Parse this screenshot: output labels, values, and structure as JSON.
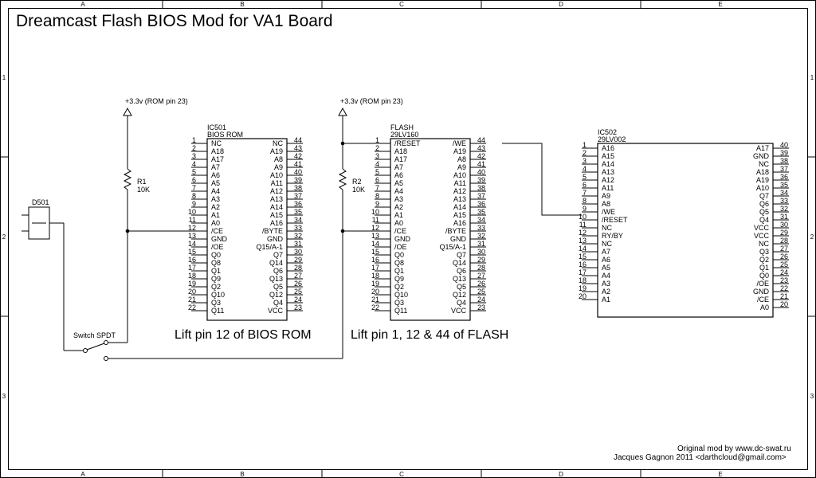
{
  "title": "Dreamcast Flash BIOS Mod for VA1 Board",
  "frame": {
    "cols": [
      "A",
      "B",
      "C",
      "D",
      "E"
    ],
    "rows": [
      "1",
      "2",
      "3"
    ]
  },
  "power": [
    {
      "label": "+3.3v (ROM pin 23)"
    },
    {
      "label": "+3.3v (ROM pin 23)"
    }
  ],
  "resistors": [
    {
      "ref": "R1",
      "value": "10K"
    },
    {
      "ref": "R2",
      "value": "10K"
    }
  ],
  "diode": {
    "ref": "D501"
  },
  "switch": {
    "label": "Switch SPDT"
  },
  "chips": [
    {
      "id": "ic501",
      "ref": "IC501",
      "part": "BIOS ROM",
      "left": [
        {
          "num": "1",
          "name": "NC"
        },
        {
          "num": "2",
          "name": "A18"
        },
        {
          "num": "3",
          "name": "A17"
        },
        {
          "num": "4",
          "name": "A7"
        },
        {
          "num": "5",
          "name": "A6"
        },
        {
          "num": "6",
          "name": "A5"
        },
        {
          "num": "7",
          "name": "A4"
        },
        {
          "num": "8",
          "name": "A3"
        },
        {
          "num": "9",
          "name": "A2"
        },
        {
          "num": "10",
          "name": "A1"
        },
        {
          "num": "11",
          "name": "A0"
        },
        {
          "num": "12",
          "name": "/CE"
        },
        {
          "num": "13",
          "name": "GND"
        },
        {
          "num": "14",
          "name": "/OE"
        },
        {
          "num": "15",
          "name": "Q0"
        },
        {
          "num": "16",
          "name": "Q8"
        },
        {
          "num": "17",
          "name": "Q1"
        },
        {
          "num": "18",
          "name": "Q9"
        },
        {
          "num": "19",
          "name": "Q2"
        },
        {
          "num": "20",
          "name": "Q10"
        },
        {
          "num": "21",
          "name": "Q3"
        },
        {
          "num": "22",
          "name": "Q11"
        }
      ],
      "right": [
        {
          "num": "44",
          "name": "NC"
        },
        {
          "num": "43",
          "name": "A19"
        },
        {
          "num": "42",
          "name": "A8"
        },
        {
          "num": "41",
          "name": "A9"
        },
        {
          "num": "40",
          "name": "A10"
        },
        {
          "num": "39",
          "name": "A11"
        },
        {
          "num": "38",
          "name": "A12"
        },
        {
          "num": "37",
          "name": "A13"
        },
        {
          "num": "36",
          "name": "A14"
        },
        {
          "num": "35",
          "name": "A15"
        },
        {
          "num": "34",
          "name": "A16"
        },
        {
          "num": "33",
          "name": "/BYTE"
        },
        {
          "num": "32",
          "name": "GND"
        },
        {
          "num": "31",
          "name": "Q15/A-1"
        },
        {
          "num": "30",
          "name": "Q7"
        },
        {
          "num": "29",
          "name": "Q14"
        },
        {
          "num": "28",
          "name": "Q6"
        },
        {
          "num": "27",
          "name": "Q13"
        },
        {
          "num": "26",
          "name": "Q5"
        },
        {
          "num": "25",
          "name": "Q12"
        },
        {
          "num": "24",
          "name": "Q4"
        },
        {
          "num": "23",
          "name": "VCC"
        }
      ]
    },
    {
      "id": "flash",
      "ref": "FLASH",
      "part": "29LV160",
      "left": [
        {
          "num": "1",
          "name": "/RESET"
        },
        {
          "num": "2",
          "name": "A18"
        },
        {
          "num": "3",
          "name": "A17"
        },
        {
          "num": "4",
          "name": "A7"
        },
        {
          "num": "5",
          "name": "A6"
        },
        {
          "num": "6",
          "name": "A5"
        },
        {
          "num": "7",
          "name": "A4"
        },
        {
          "num": "8",
          "name": "A3"
        },
        {
          "num": "9",
          "name": "A2"
        },
        {
          "num": "10",
          "name": "A1"
        },
        {
          "num": "11",
          "name": "A0"
        },
        {
          "num": "12",
          "name": "/CE"
        },
        {
          "num": "13",
          "name": "GND"
        },
        {
          "num": "14",
          "name": "/OE"
        },
        {
          "num": "15",
          "name": "Q0"
        },
        {
          "num": "16",
          "name": "Q8"
        },
        {
          "num": "17",
          "name": "Q1"
        },
        {
          "num": "18",
          "name": "Q9"
        },
        {
          "num": "19",
          "name": "Q2"
        },
        {
          "num": "20",
          "name": "Q10"
        },
        {
          "num": "21",
          "name": "Q3"
        },
        {
          "num": "22",
          "name": "Q11"
        }
      ],
      "right": [
        {
          "num": "44",
          "name": "/WE"
        },
        {
          "num": "43",
          "name": "A19"
        },
        {
          "num": "42",
          "name": "A8"
        },
        {
          "num": "41",
          "name": "A9"
        },
        {
          "num": "40",
          "name": "A10"
        },
        {
          "num": "39",
          "name": "A11"
        },
        {
          "num": "38",
          "name": "A12"
        },
        {
          "num": "37",
          "name": "A13"
        },
        {
          "num": "36",
          "name": "A14"
        },
        {
          "num": "35",
          "name": "A15"
        },
        {
          "num": "34",
          "name": "A16"
        },
        {
          "num": "33",
          "name": "/BYTE"
        },
        {
          "num": "32",
          "name": "GND"
        },
        {
          "num": "31",
          "name": "Q15/A-1"
        },
        {
          "num": "30",
          "name": "Q7"
        },
        {
          "num": "29",
          "name": "Q14"
        },
        {
          "num": "28",
          "name": "Q6"
        },
        {
          "num": "27",
          "name": "Q13"
        },
        {
          "num": "26",
          "name": "Q5"
        },
        {
          "num": "25",
          "name": "Q12"
        },
        {
          "num": "24",
          "name": "Q4"
        },
        {
          "num": "23",
          "name": "VCC"
        }
      ]
    },
    {
      "id": "ic502",
      "ref": "IC502",
      "part": "29LV002",
      "left": [
        {
          "num": "1",
          "name": "A16"
        },
        {
          "num": "2",
          "name": "A15"
        },
        {
          "num": "3",
          "name": "A14"
        },
        {
          "num": "4",
          "name": "A13"
        },
        {
          "num": "5",
          "name": "A12"
        },
        {
          "num": "6",
          "name": "A11"
        },
        {
          "num": "7",
          "name": "A9"
        },
        {
          "num": "8",
          "name": "A8"
        },
        {
          "num": "9",
          "name": "/WE"
        },
        {
          "num": "10",
          "name": "/RESET"
        },
        {
          "num": "11",
          "name": "NC"
        },
        {
          "num": "12",
          "name": "RY/BY"
        },
        {
          "num": "13",
          "name": "NC"
        },
        {
          "num": "14",
          "name": "A7"
        },
        {
          "num": "15",
          "name": "A6"
        },
        {
          "num": "16",
          "name": "A5"
        },
        {
          "num": "17",
          "name": "A4"
        },
        {
          "num": "18",
          "name": "A3"
        },
        {
          "num": "19",
          "name": "A2"
        },
        {
          "num": "20",
          "name": "A1"
        }
      ],
      "right": [
        {
          "num": "40",
          "name": "A17"
        },
        {
          "num": "39",
          "name": "GND"
        },
        {
          "num": "38",
          "name": "NC"
        },
        {
          "num": "37",
          "name": "A18"
        },
        {
          "num": "36",
          "name": "A19"
        },
        {
          "num": "35",
          "name": "A10"
        },
        {
          "num": "34",
          "name": "Q7"
        },
        {
          "num": "33",
          "name": "Q6"
        },
        {
          "num": "32",
          "name": "Q5"
        },
        {
          "num": "31",
          "name": "Q4"
        },
        {
          "num": "30",
          "name": "VCC"
        },
        {
          "num": "29",
          "name": "VCC"
        },
        {
          "num": "28",
          "name": "NC"
        },
        {
          "num": "27",
          "name": "Q3"
        },
        {
          "num": "26",
          "name": "Q2"
        },
        {
          "num": "25",
          "name": "Q1"
        },
        {
          "num": "24",
          "name": "Q0"
        },
        {
          "num": "23",
          "name": "/OE"
        },
        {
          "num": "22",
          "name": "GND"
        },
        {
          "num": "21",
          "name": "/CE"
        },
        {
          "num": "20",
          "name": "A0"
        }
      ]
    }
  ],
  "notes": {
    "bios": "Lift pin 12 of BIOS ROM",
    "flash": "Lift pin 1, 12 & 44 of FLASH"
  },
  "credits": {
    "line1": "Original mod by www.dc-swat.ru",
    "line2": "Jacques Gagnon 2011 <darthcloud@gmail.com>"
  }
}
